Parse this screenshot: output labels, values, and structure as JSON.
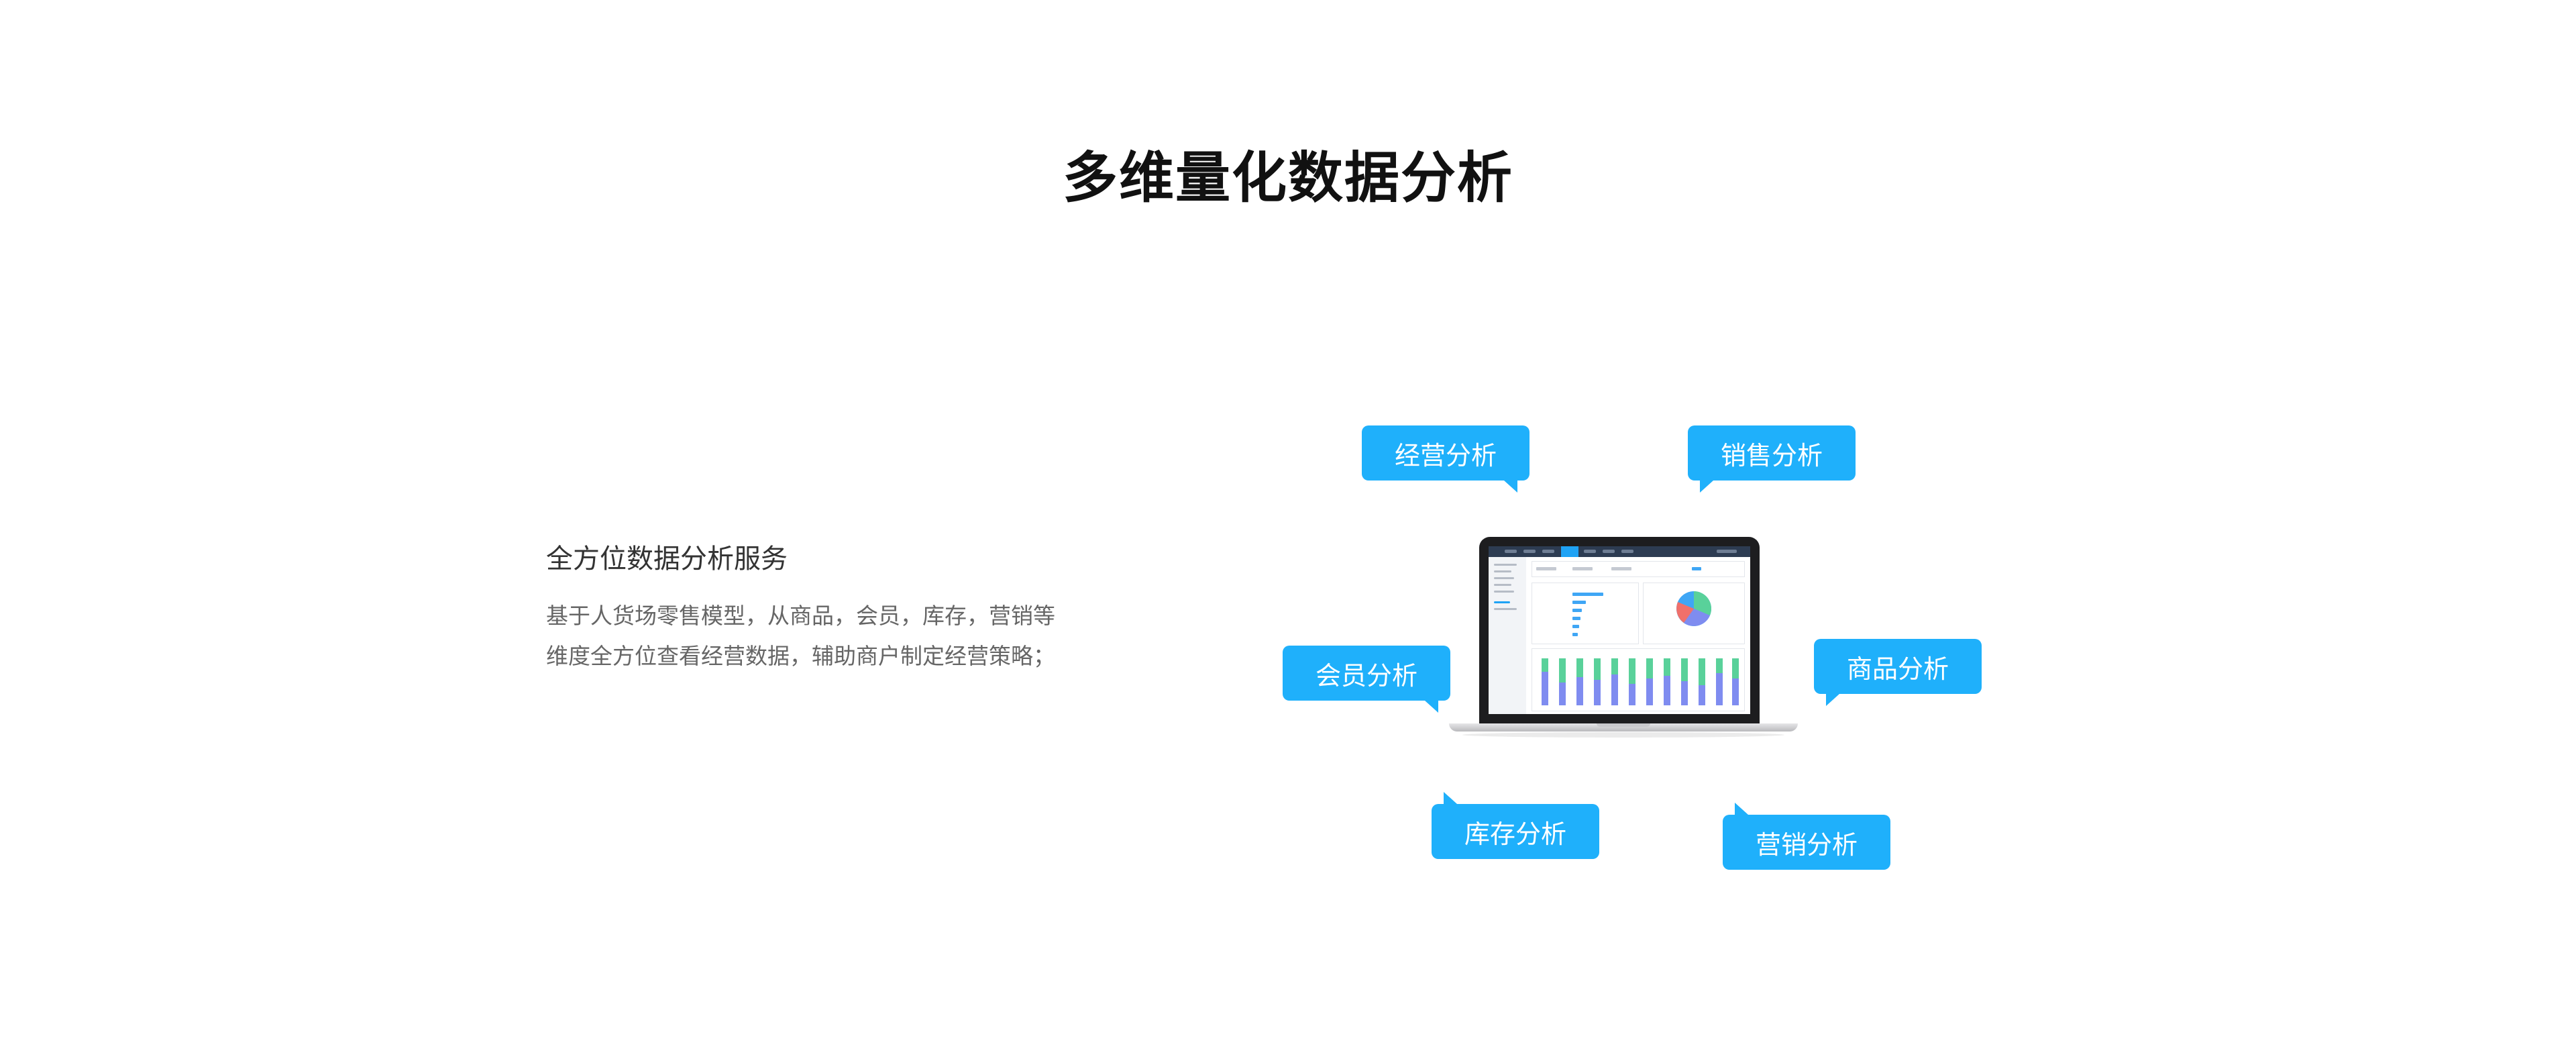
{
  "page": {
    "title": "多维量化数据分析"
  },
  "intro": {
    "title": "全方位数据分析服务",
    "desc_line1": "基于人货场零售模型，从商品，会员，库存，营销等",
    "desc_line2": "维度全方位查看经营数据，辅助商户制定经营策略；"
  },
  "tags": {
    "operation": "经营分析",
    "sales": "销售分析",
    "member": "会员分析",
    "product": "商品分析",
    "inventory": "库存分析",
    "marketing": "营销分析"
  },
  "colors": {
    "accent": "#1fb0fb",
    "title": "#111111",
    "text": "#333333",
    "muted": "#666666",
    "pie": [
      "#f0706b",
      "#7f8cf0",
      "#59d19a",
      "#3fa6f5"
    ]
  },
  "icons": {
    "laptop": "laptop-dashboard-illustration"
  }
}
